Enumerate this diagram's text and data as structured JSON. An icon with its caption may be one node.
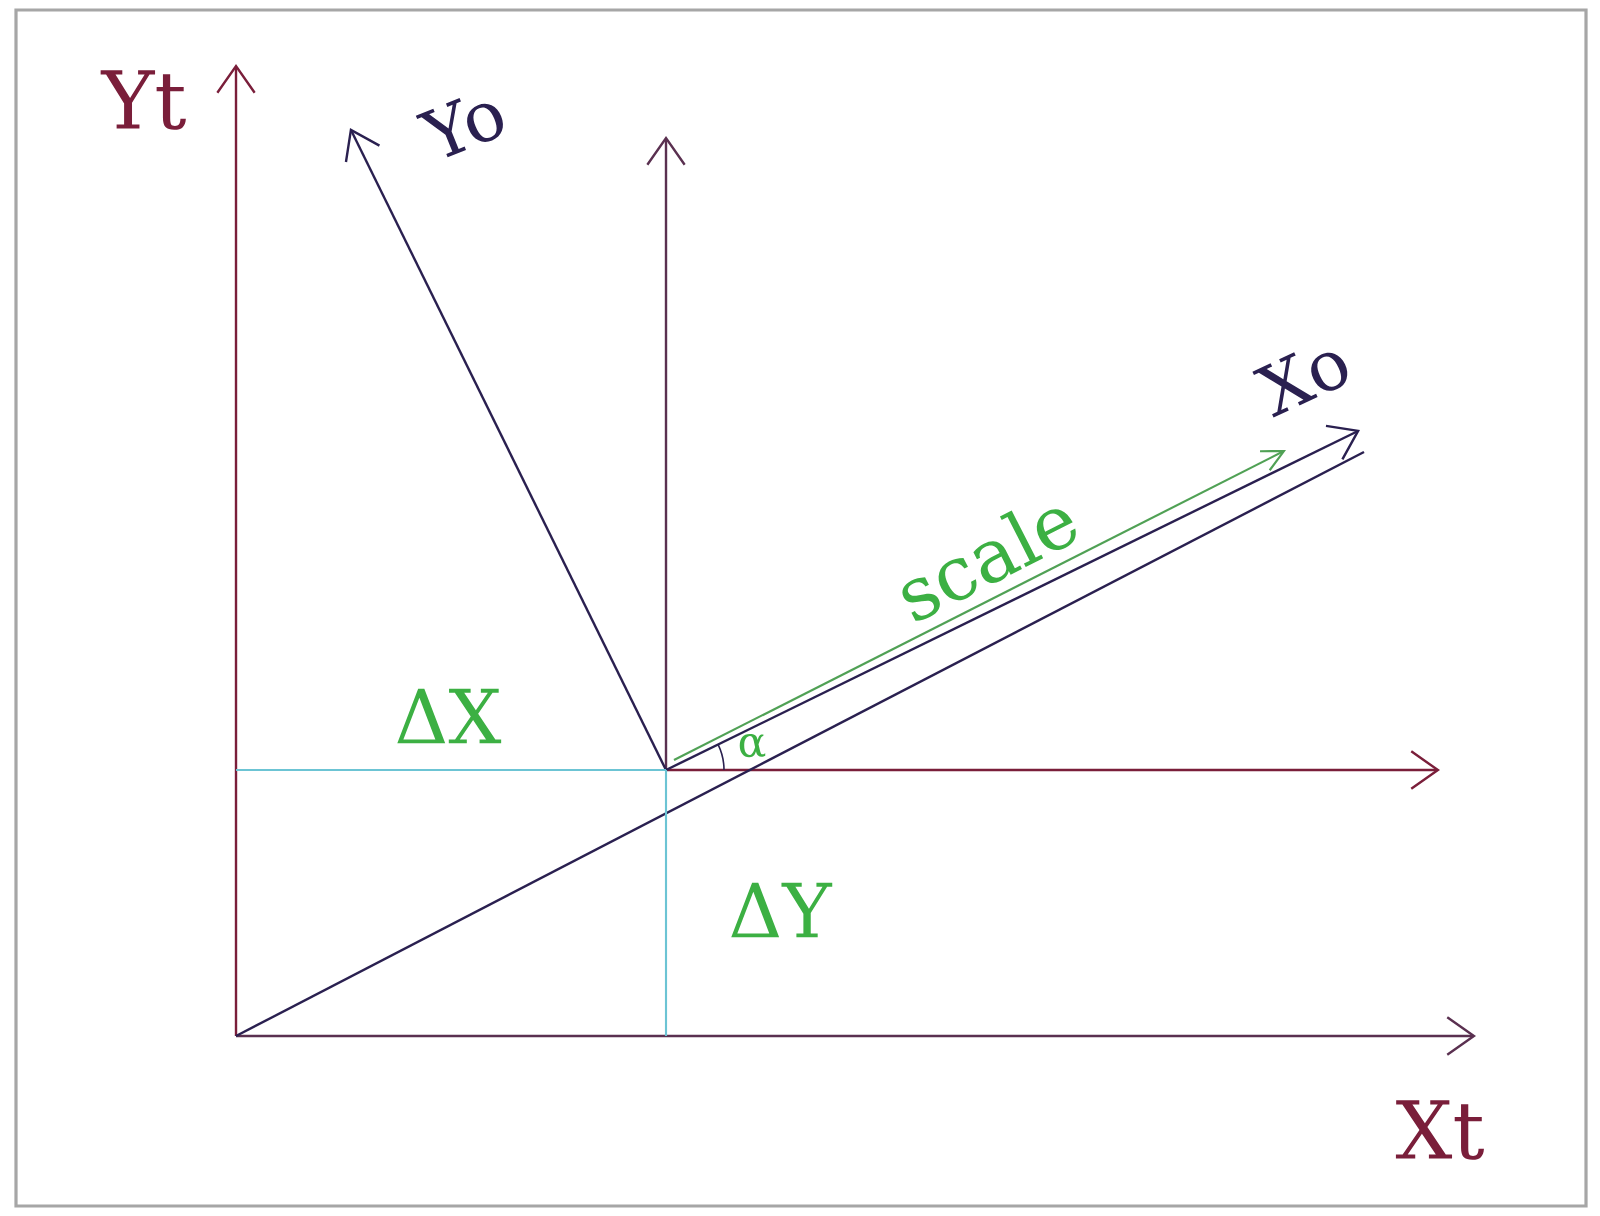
{
  "diagram": {
    "labels": [
      "Yt",
      "Yo",
      "Xo",
      "scale",
      "ΔX",
      "α",
      "ΔY",
      "Xt"
    ]
  }
}
